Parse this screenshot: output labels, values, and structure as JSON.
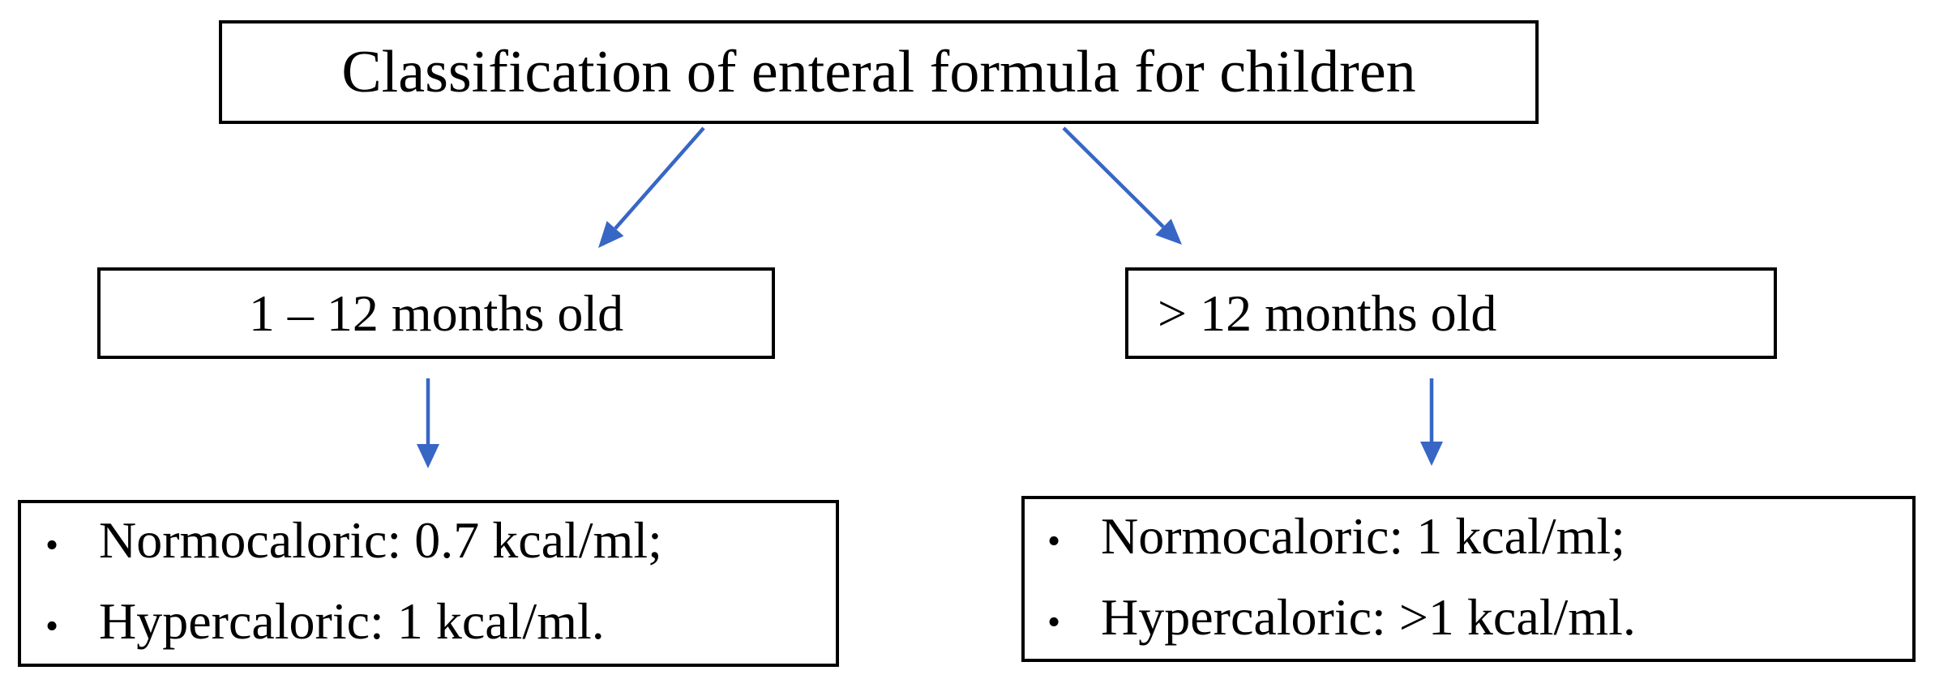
{
  "diagram": {
    "title": "Classification of enteral formula for children",
    "bullet_char": "•",
    "branches": [
      {
        "label": "1 – 12 months old",
        "items": [
          "Normocaloric: 0.7 kcal/ml;",
          "Hypercaloric: 1 kcal/ml."
        ]
      },
      {
        "label": "> 12 months old",
        "items": [
          "Normocaloric: 1 kcal/ml;",
          "Hypercaloric: >1 kcal/ml."
        ]
      }
    ],
    "colors": {
      "arrow": "#3766c5",
      "border": "#000000",
      "background": "#ffffff"
    }
  }
}
